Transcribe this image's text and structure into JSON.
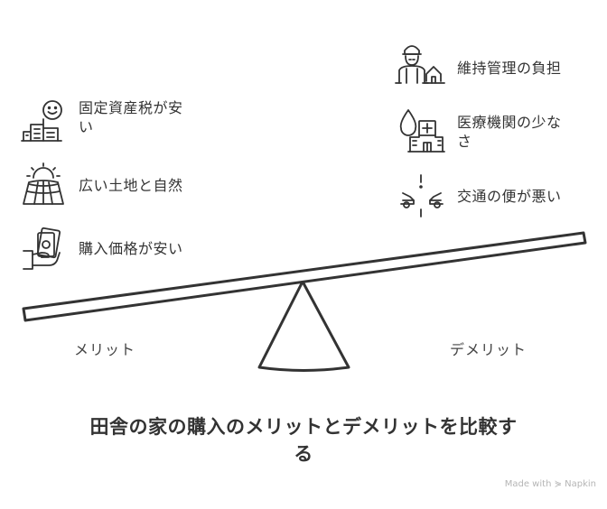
{
  "merits": {
    "heading": "メリット",
    "items": [
      {
        "icon": "building-smile-icon",
        "label_line1": "固定資産税が安",
        "label_line2": "い"
      },
      {
        "icon": "sun-field-icon",
        "label_line1": "広い土地と自然"
      },
      {
        "icon": "hand-money-icon",
        "label_line1": "購入価格が安い"
      }
    ]
  },
  "demerits": {
    "heading": "デメリット",
    "items": [
      {
        "icon": "worker-house-icon",
        "label_line1": "維持管理の負担"
      },
      {
        "icon": "hospital-drop-icon",
        "label_line1": "医療機関の少な",
        "label_line2": "さ"
      },
      {
        "icon": "transport-cars-icon",
        "label_line1": "交通の便が悪い"
      }
    ]
  },
  "title_line1": "田舎の家の購入のメリットとデメリットを比較す",
  "title_line2": "る",
  "watermark": "Made with ⋟ Napkin"
}
